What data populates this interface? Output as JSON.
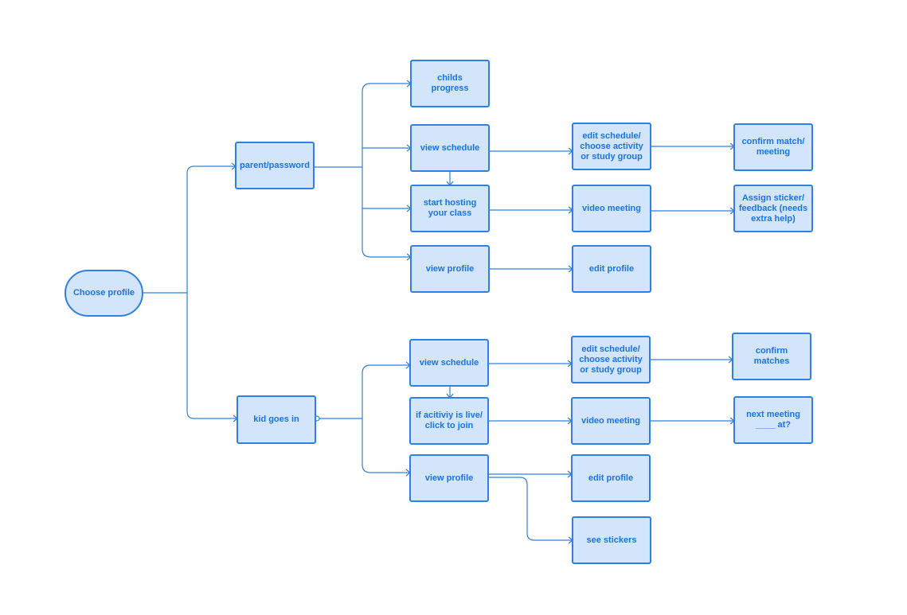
{
  "colors": {
    "stroke": "#2f80e0",
    "fill": "#d3e5fb",
    "text": "#1a73e8",
    "background": "#ffffff"
  },
  "nodes": {
    "choose_profile": "Choose profile",
    "parent_password": "parent/password",
    "kid_goes_in": "kid goes in",
    "parent": {
      "childs_progress": "childs\nprogress",
      "view_schedule": "view schedule",
      "edit_schedule": "edit schedule/\nchoose activity\nor study group",
      "confirm_match": "confirm match/\nmeeting",
      "start_hosting": "start hosting\nyour class",
      "video_meeting": "video meeting",
      "assign_sticker": "Assign sticker/\nfeedback (needs\nextra help)",
      "view_profile": "view profile",
      "edit_profile": "edit profile"
    },
    "kid": {
      "view_schedule": "view schedule",
      "edit_schedule": "edit schedule/\nchoose activity\nor study group",
      "confirm_matches": "confirm matches",
      "join_activity": "if acitiviy is live/\nclick to join",
      "video_meeting": "video meeting",
      "next_meeting": "next meeting\n____ at?",
      "view_profile": "view profile",
      "edit_profile": "edit profile",
      "see_stickers": "see stickers"
    }
  }
}
